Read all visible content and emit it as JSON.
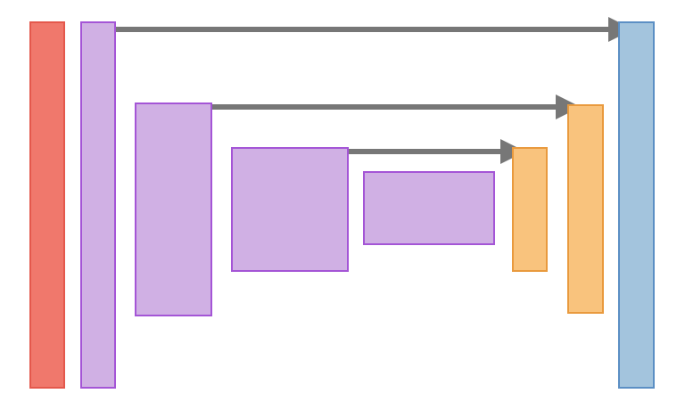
{
  "colors": {
    "input_fill": "#f0786c",
    "input_stroke": "#e4584c",
    "encoder_fill": "#d0b0e4",
    "encoder_stroke": "#a455d6",
    "decoder_fill": "#f9c37d",
    "decoder_stroke": "#e99a3e",
    "output_fill": "#a3c4dd",
    "output_stroke": "#5b8fc4",
    "connection": "#777777",
    "background": "#ffffff"
  },
  "blocks": [
    {
      "id": "input",
      "role": "input"
    },
    {
      "id": "encoder-1",
      "role": "encoder"
    },
    {
      "id": "encoder-2",
      "role": "encoder"
    },
    {
      "id": "encoder-3",
      "role": "encoder"
    },
    {
      "id": "bottleneck",
      "role": "encoder"
    },
    {
      "id": "decoder-3",
      "role": "decoder"
    },
    {
      "id": "decoder-2",
      "role": "decoder"
    },
    {
      "id": "output",
      "role": "output"
    }
  ],
  "connections": [
    {
      "from": "encoder-1",
      "to": "output"
    },
    {
      "from": "encoder-2",
      "to": "decoder-2"
    },
    {
      "from": "encoder-3",
      "to": "decoder-3"
    }
  ]
}
